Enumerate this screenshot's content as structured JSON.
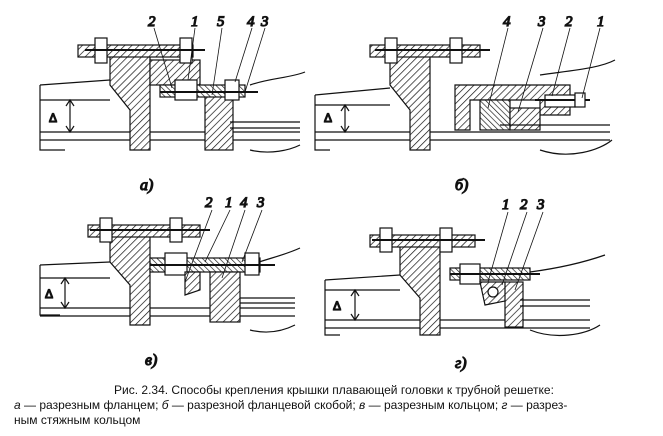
{
  "panels": [
    {
      "label": "а)",
      "numbers": [
        "2",
        "1",
        "5",
        "4",
        "3"
      ],
      "dim": "Δ"
    },
    {
      "label": "б)",
      "numbers": [
        "4",
        "3",
        "2",
        "1"
      ],
      "dim": "Δ"
    },
    {
      "label": "в)",
      "numbers": [
        "2",
        "1",
        "4",
        "3"
      ],
      "dim": "Δ"
    },
    {
      "label": "г)",
      "numbers": [
        "1",
        "2",
        "3"
      ],
      "dim": "Δ"
    }
  ],
  "caption": {
    "title": "Рис. 2.34. Способы крепления крышки плавающей головки к трубной решетке:",
    "a_key": "а",
    "a_text": " — разрезным фланцем; ",
    "b_key": "б",
    "b_text": " — разрезной фланцевой скобой; ",
    "v_key": "в",
    "v_text": " — разрезным кольцом; ",
    "g_key": "г",
    "g_text": " — разрез-",
    "line3": "ным стяжным кольцом"
  }
}
